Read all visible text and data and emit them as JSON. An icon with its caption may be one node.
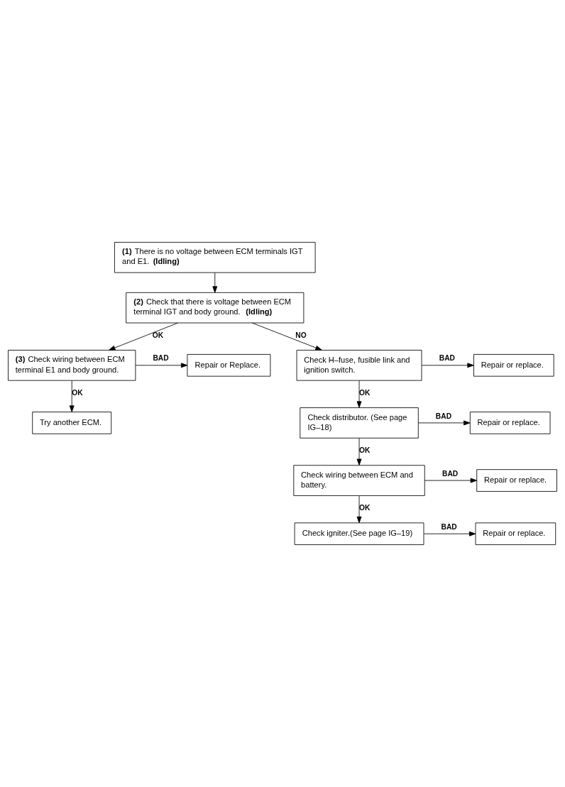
{
  "diagram": {
    "nodes": [
      {
        "text": [
          "**(1)** There is no voltage between ECM terminals IGT and E1. **(Idling)**"
        ]
      },
      {
        "text": [
          "**(2)** Check that there is voltage between ECM terminal IGT and body ground. **(Idling)**"
        ]
      },
      {
        "text": [
          "**(3)** Check wiring between ECM terminal E1 and body ground."
        ]
      },
      {
        "text": [
          "Repair or Replace."
        ]
      },
      {
        "text": [
          "Try another ECM."
        ]
      },
      {
        "text": [
          "Check H–fuse, fusible link and ignition switch."
        ]
      },
      {
        "text": [
          "Repair or replace."
        ]
      },
      {
        "text": [
          "Check distributor. (See page IG–18)"
        ]
      },
      {
        "text": [
          "Repair or replace."
        ]
      },
      {
        "text": [
          "Check wiring between ECM and battery."
        ]
      },
      {
        "text": [
          "Repair or replace."
        ]
      },
      {
        "text": [
          "Check igniter.(See page IG–19)"
        ]
      },
      {
        "text": [
          "Repair or replace."
        ]
      }
    ],
    "edges": [
      {
        "from": 0,
        "to": 1,
        "arrow": "to"
      },
      {
        "from": 1,
        "to": 2,
        "arrow": "to",
        "label": "OK"
      },
      {
        "from": 2,
        "to": 3,
        "arrow": "to",
        "label": "BAD"
      },
      {
        "from": 2,
        "to": 4,
        "arrow": "to",
        "label": "OK"
      },
      {
        "from": 1,
        "to": 5,
        "arrow": "to",
        "label": "NO"
      },
      {
        "from": 5,
        "to": 6,
        "arrow": "to",
        "label": "BAD"
      },
      {
        "from": 5,
        "to": 7,
        "arrow": "to",
        "label": "OK"
      },
      {
        "from": 7,
        "to": 8,
        "arrow": "to",
        "label": "BAD"
      },
      {
        "from": 7,
        "to": 9,
        "arrow": "to",
        "label": "OK"
      },
      {
        "from": 9,
        "to": 10,
        "arrow": "to",
        "label": "BAD"
      },
      {
        "from": 9,
        "to": 11,
        "arrow": "to",
        "label": "OK"
      },
      {
        "from": 11,
        "to": 12,
        "arrow": "to",
        "label": "BAD"
      }
    ]
  }
}
